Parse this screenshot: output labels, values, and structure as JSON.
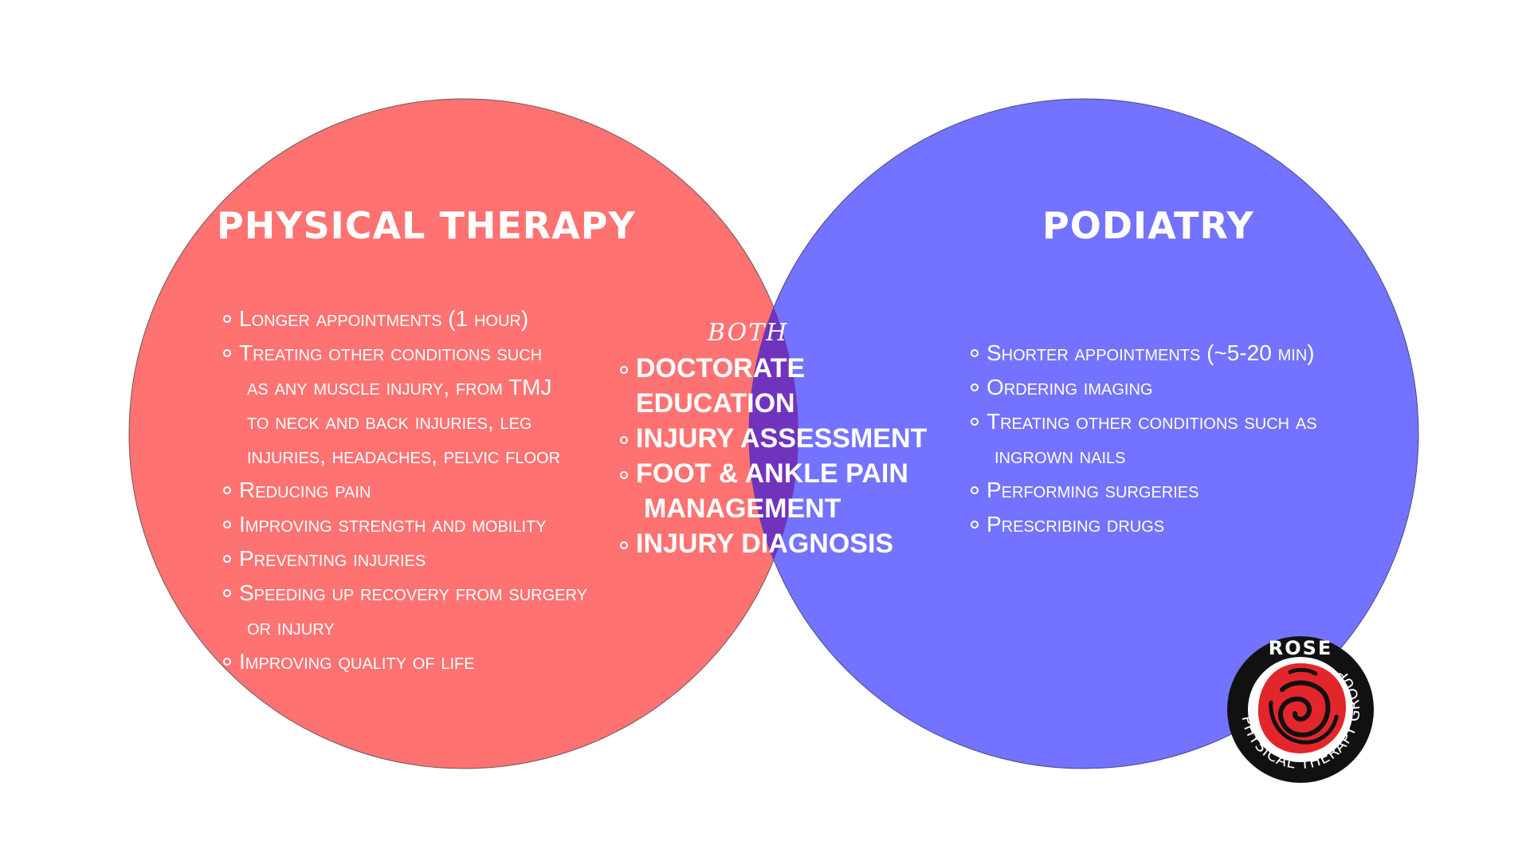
{
  "colors": {
    "physical_therapy_circle": "#FF7272",
    "podiatry_circle": "#7373FF",
    "overlap": "#7133BE",
    "text": "#FFFFFF",
    "logo_red": "#E3262B",
    "logo_black": "#111111"
  },
  "physical_therapy": {
    "title": "PHYSICAL THERAPY",
    "items": [
      {
        "text": "Longer appointments (1 hour)"
      },
      {
        "text": "Treating other conditions such",
        "wrap": [
          "as any muscle injury, from TMJ",
          "to neck and back injuries, leg",
          "injuries, headaches, pelvic floor"
        ]
      },
      {
        "text": "Reducing pain"
      },
      {
        "text": "Improving strength and mobility"
      },
      {
        "text": "Preventing injuries"
      },
      {
        "text": "Speeding up recovery from surgery",
        "wrap": [
          "or injury"
        ]
      },
      {
        "text": "Improving quality of life"
      }
    ]
  },
  "both": {
    "label": "BOTH",
    "items": [
      {
        "text": "Doctorate Education"
      },
      {
        "text": "Injury Assessment"
      },
      {
        "text": "Foot & Ankle Pain",
        "wrap": [
          "Management"
        ]
      },
      {
        "text": "Injury Diagnosis"
      }
    ]
  },
  "podiatry": {
    "title": "PODIATRY",
    "items": [
      {
        "text": "Shorter appointments (~5-20 min)"
      },
      {
        "text": "Ordering imaging"
      },
      {
        "text": "Treating other conditions such as",
        "wrap": [
          "ingrown nails"
        ]
      },
      {
        "text": "Performing surgeries"
      },
      {
        "text": "Prescribing drugs"
      }
    ]
  },
  "logo": {
    "top_word": "ROSE",
    "ring_text": "PHYSICAL THERAPY GROUP",
    "icon": "rose-icon"
  }
}
